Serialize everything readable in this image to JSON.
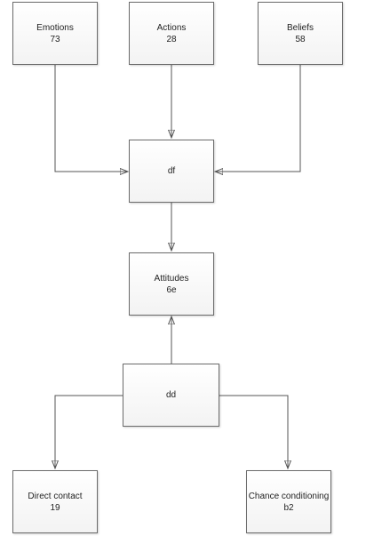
{
  "diagram": {
    "nodes": {
      "emotions": {
        "title": "Emotions",
        "value": "73"
      },
      "actions": {
        "title": "Actions",
        "value": "28"
      },
      "beliefs": {
        "title": "Beliefs",
        "value": "58"
      },
      "df": {
        "title": "df",
        "value": ""
      },
      "attitudes": {
        "title": "Attitudes",
        "value": "6e"
      },
      "dd": {
        "title": "dd",
        "value": ""
      },
      "direct_contact": {
        "title": "Direct contact",
        "value": "19"
      },
      "chance_conditioning": {
        "title": "Chance conditioning",
        "value": "b2"
      }
    },
    "edges": [
      {
        "from": "Emotions",
        "to": "df"
      },
      {
        "from": "Actions",
        "to": "df"
      },
      {
        "from": "Beliefs",
        "to": "df"
      },
      {
        "from": "df",
        "to": "Attitudes"
      },
      {
        "from": "dd",
        "to": "Attitudes"
      },
      {
        "from": "dd",
        "to": "Direct contact"
      },
      {
        "from": "dd",
        "to": "Chance conditioning"
      }
    ],
    "colors": {
      "border": "#6b6b6b",
      "line": "#555555",
      "text": "#222222"
    }
  }
}
